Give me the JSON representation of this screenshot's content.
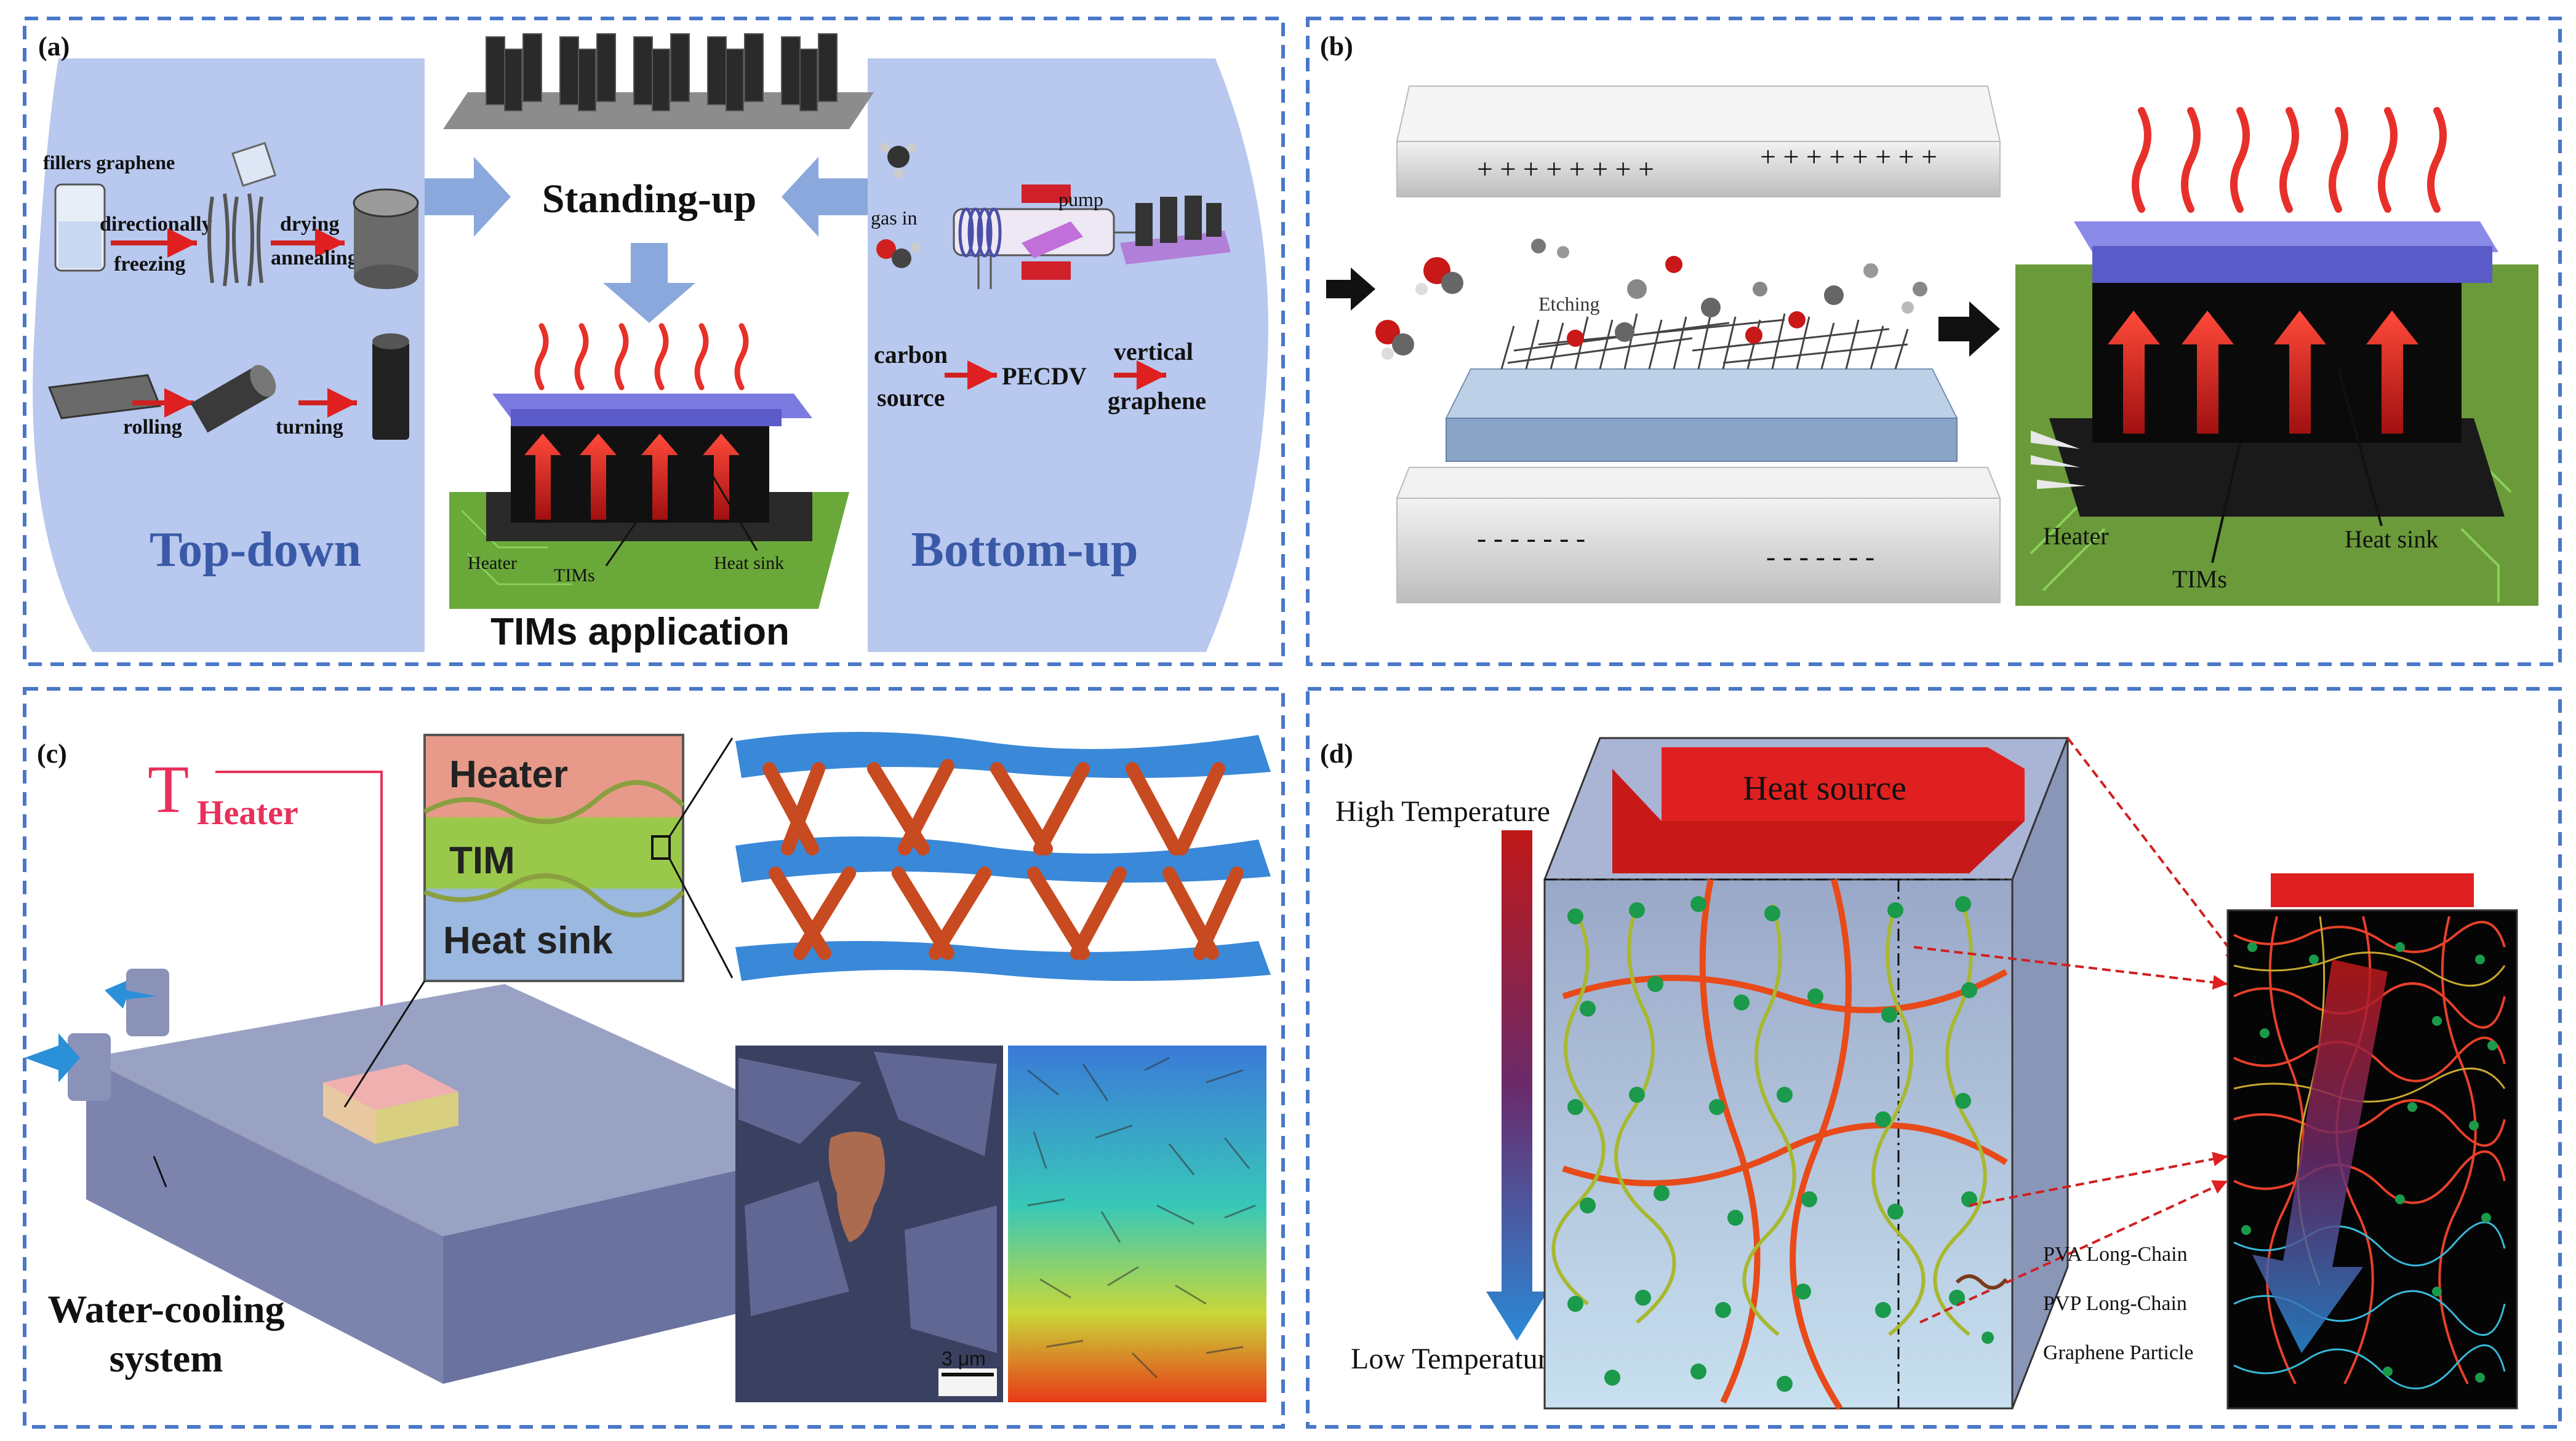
{
  "panels": {
    "a": {
      "label": "(a)",
      "left_title": "Top-down",
      "right_title": "Bottom-up",
      "center_title": "Standing-up",
      "bottom_title": "TIMs application",
      "fillers_graphene": "fillers graphene",
      "directionally": "directionally",
      "freezing": "freezing",
      "drying": "drying",
      "annealing": "annealing",
      "rolling": "rolling",
      "turning": "turning",
      "gas_in": "gas in",
      "pump": "pump",
      "carbon": "carbon",
      "source": "source",
      "pecdv": "PECDV",
      "vertical": "vertical",
      "graphene": "graphene",
      "heater": "Heater",
      "tims": "TIMs",
      "heat_sink": "Heat sink"
    },
    "b": {
      "label": "(b)",
      "top_plate_charges": "+ + + + + + + +",
      "top_plate_charges_right": "+ + + + + + + +",
      "bottom_plate_charges": "- - - - - - -",
      "bottom_plate_charges_right": "- - - - - - -",
      "etching": "Etching",
      "heater": "Heater",
      "tims": "TIMs",
      "heat_sink": "Heat sink"
    },
    "c": {
      "label": "(c)",
      "t_main": "T",
      "t_sub": "Heater",
      "heater": "Heater",
      "tim": "TIM",
      "heat_sink": "Heat sink",
      "water_cooling_1": "Water-cooling",
      "water_cooling_2": "system",
      "scale_bar": "3 μm"
    },
    "d": {
      "label": "(d)",
      "heat_source": "Heat source",
      "high_temp": "High Temperature",
      "low_temp": "Low Temperature",
      "legend_pva": "PVA Long-Chain",
      "legend_pvp": "PVP Long-Chain",
      "legend_graphene": "Graphene Particle"
    }
  },
  "colors": {
    "dash_border": "#4a78c8",
    "lobe_fill": "#b8c8ee",
    "title_blue": "#3a5aa8",
    "heat_red": "#e8302a",
    "heater_pink": "#e8305a",
    "arrow_blue": "#8aa8dc"
  }
}
